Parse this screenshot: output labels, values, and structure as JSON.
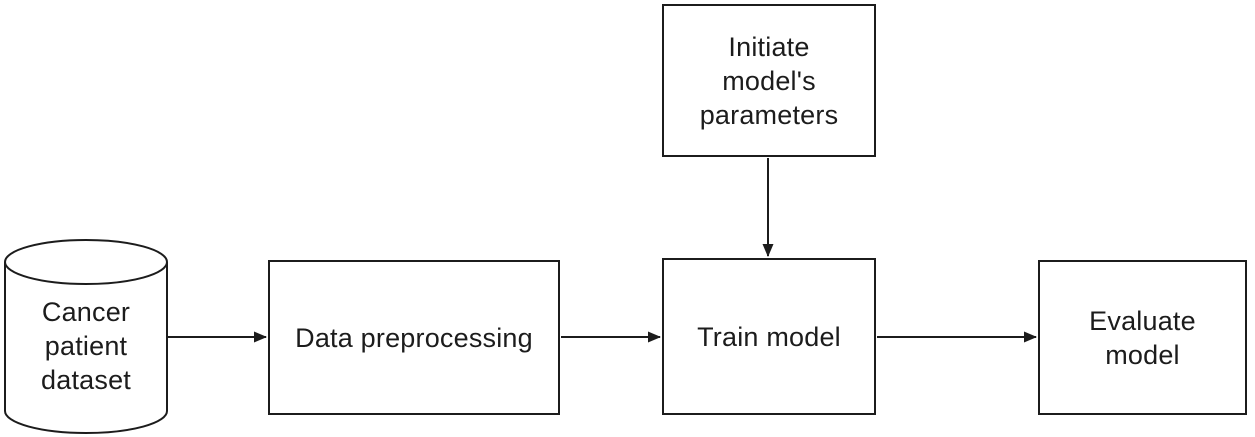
{
  "diagram": {
    "colors": {
      "background": "#ffffff",
      "stroke": "#1c1c1c",
      "text": "#1c1c1c"
    },
    "nodes": {
      "dataset": {
        "shape": "cylinder",
        "label": "Cancer\npatient\ndataset"
      },
      "preprocess": {
        "shape": "rectangle",
        "label": "Data preprocessing"
      },
      "initiate": {
        "shape": "rectangle",
        "label": "Initiate\nmodel's\nparameters"
      },
      "train": {
        "shape": "rectangle",
        "label": "Train model"
      },
      "evaluate": {
        "shape": "rectangle",
        "label": "Evaluate\nmodel"
      }
    },
    "edges": [
      {
        "from": "dataset",
        "to": "preprocess"
      },
      {
        "from": "preprocess",
        "to": "train"
      },
      {
        "from": "initiate",
        "to": "train"
      },
      {
        "from": "train",
        "to": "evaluate"
      }
    ]
  }
}
